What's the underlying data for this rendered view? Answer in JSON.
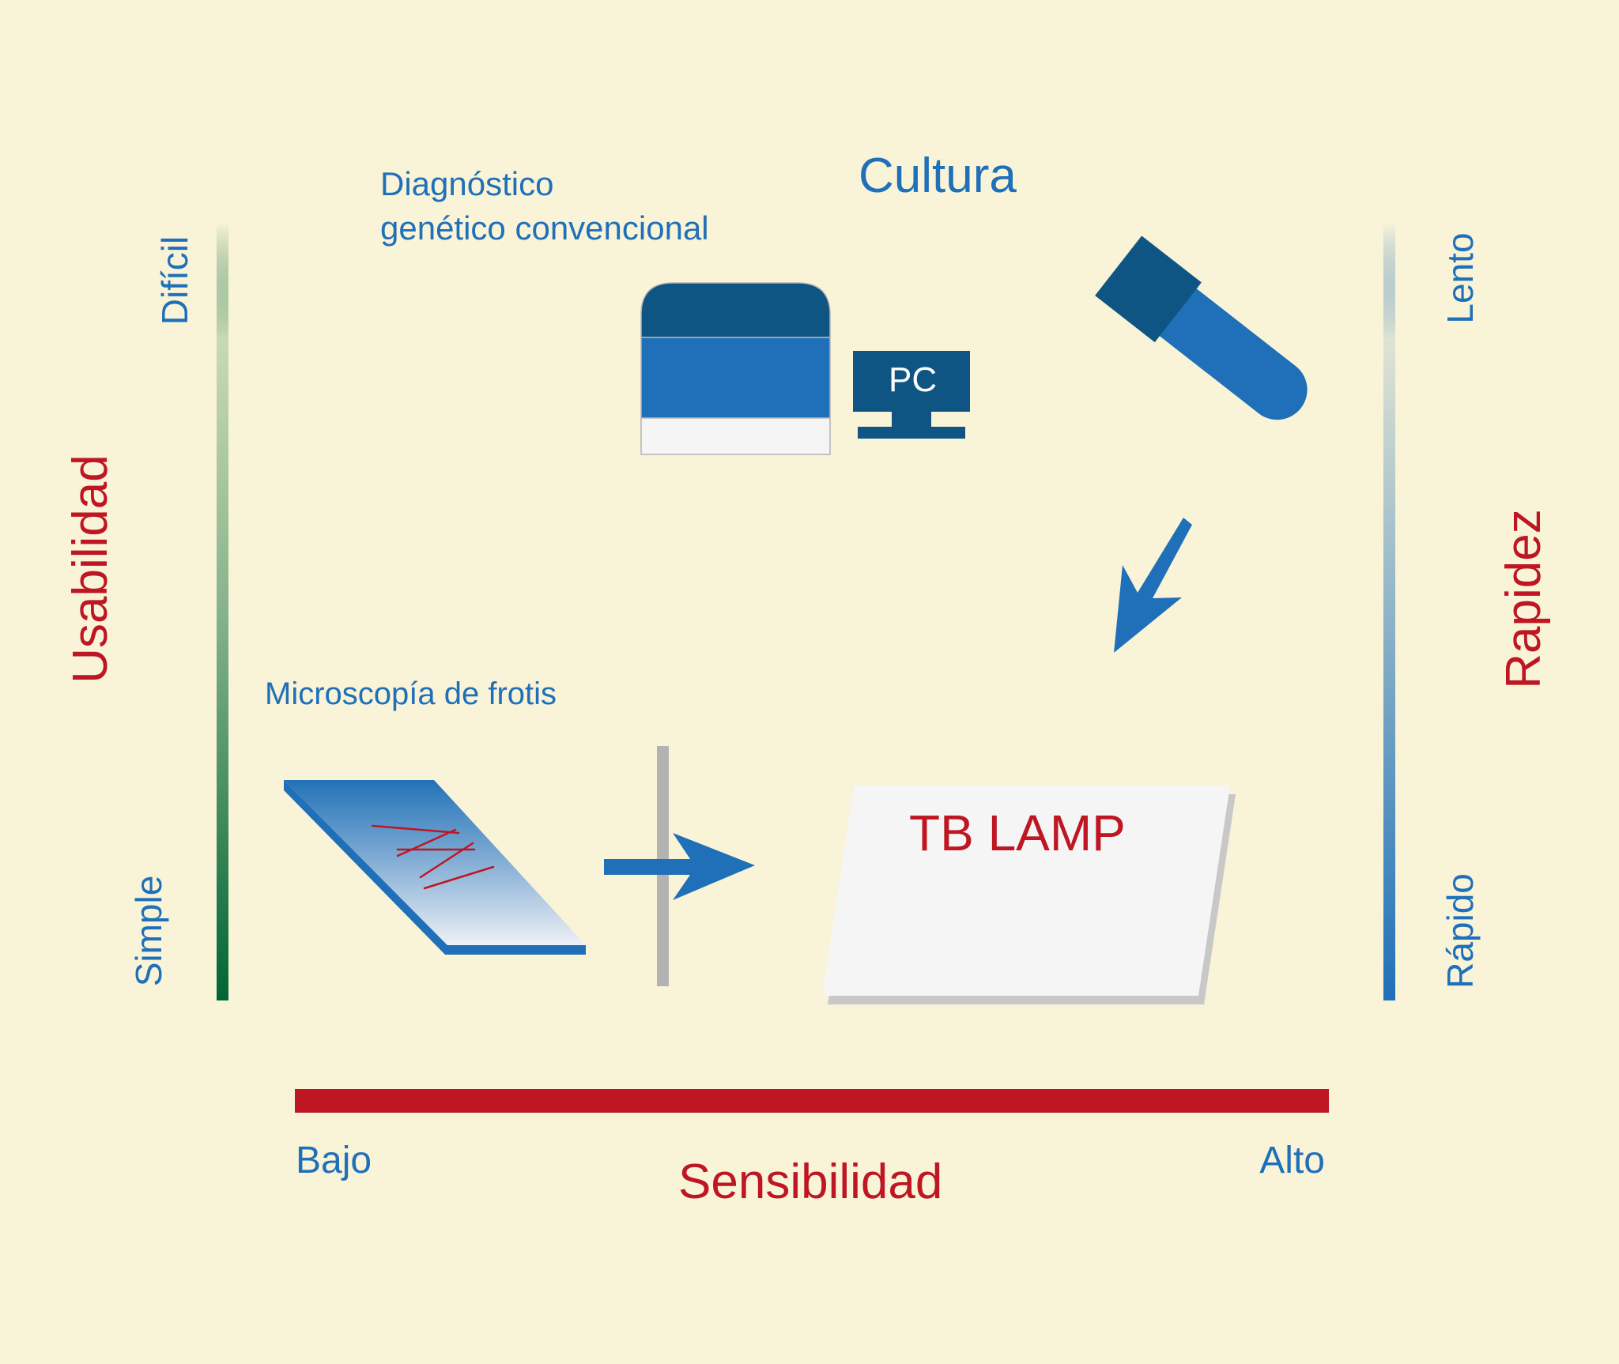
{
  "labels": {
    "diagnostico_line1": "Diagnóstico",
    "diagnostico_line2": "genético convencional",
    "cultura": "Cultura",
    "microscopia": "Microscopía de frotis",
    "tb_lamp": "TB LAMP",
    "pc": "PC"
  },
  "axes": {
    "usabilidad": {
      "title": "Usabilidad",
      "top": "Difícil",
      "bottom": "Simple"
    },
    "rapidez": {
      "title": "Rapidez",
      "top": "Lento",
      "bottom": "Rápido"
    },
    "sensibilidad": {
      "title": "Sensibilidad",
      "left": "Bajo",
      "right": "Alto"
    }
  },
  "colors": {
    "background": "#f9f3d8",
    "blue": "#1f70b8",
    "dark_blue": "#0f5583",
    "red": "#be1622",
    "green_dark": "#006633",
    "gray": "#b3b3b3",
    "box_fill": "#f5f5f5"
  },
  "icons": {
    "sequencer": "lab-instrument-icon",
    "computer": "computer-monitor-icon",
    "test_tube": "test-tube-icon",
    "slide": "microscope-slide-icon",
    "arrow_down": "arrow-down-left-icon",
    "arrow_right": "arrow-right-icon"
  }
}
